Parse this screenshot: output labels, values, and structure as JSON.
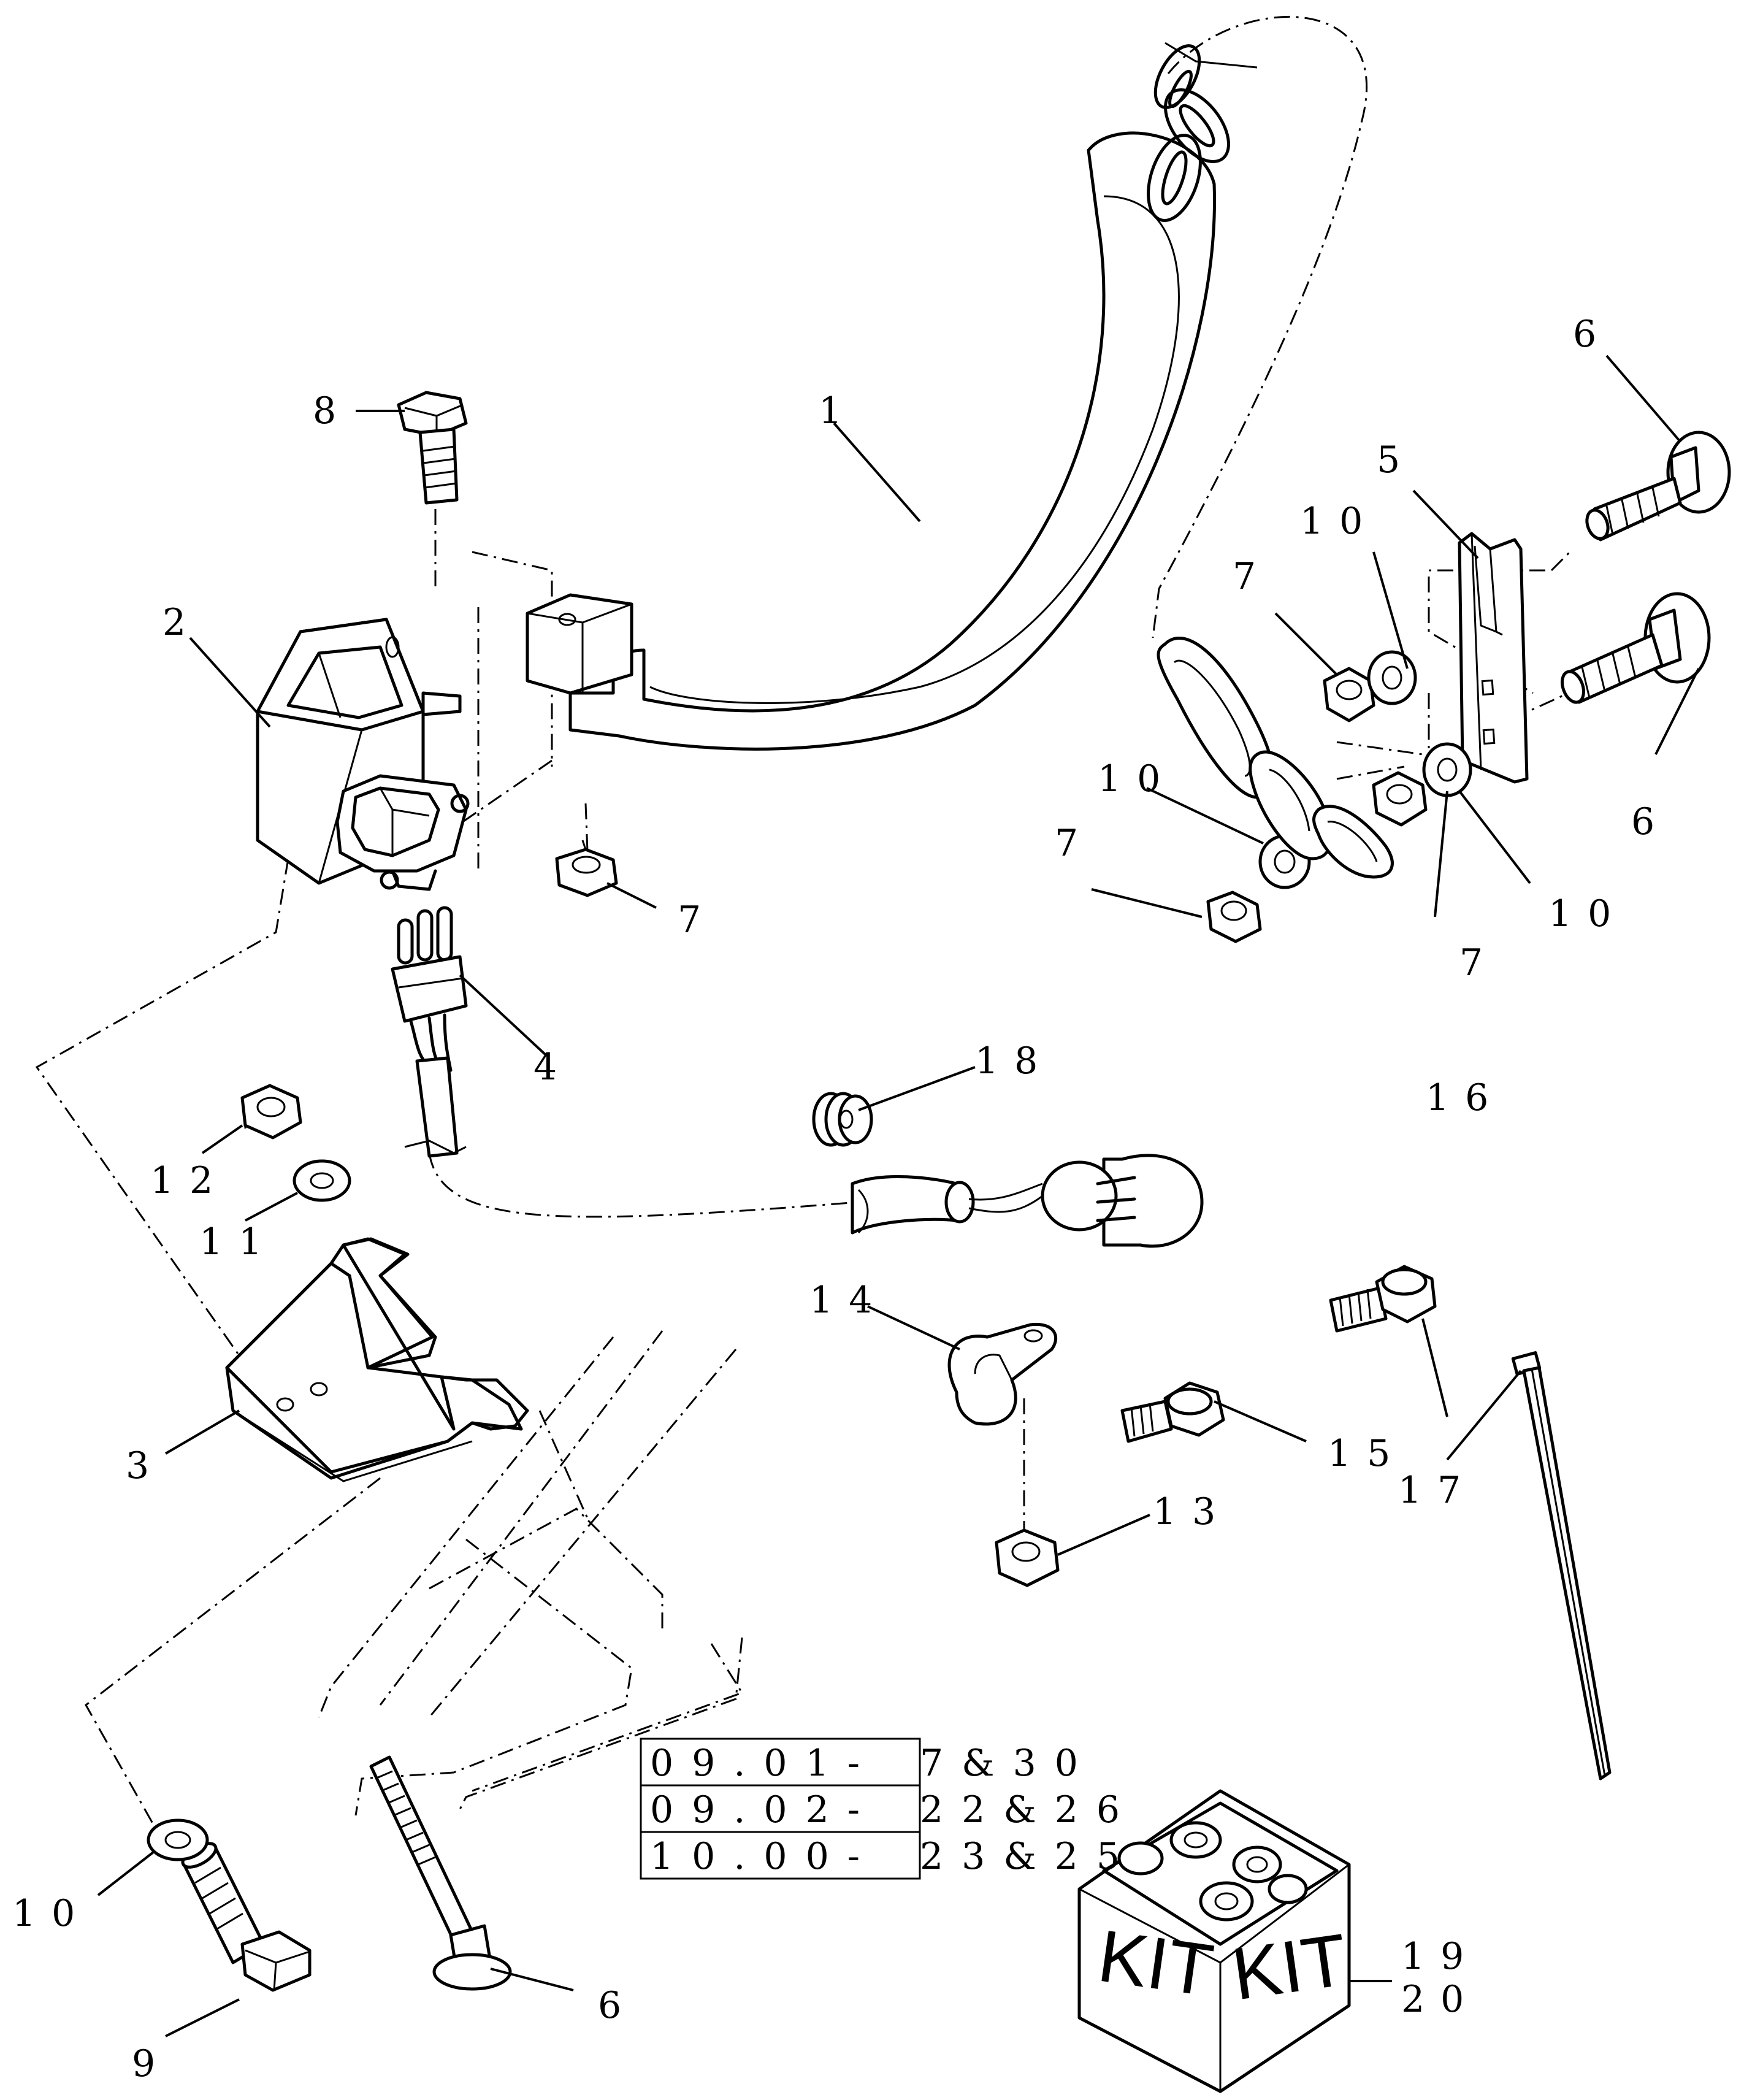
{
  "callouts": {
    "c1": "1",
    "c2": "2",
    "c3": "3",
    "c4": "4",
    "c5": "5",
    "c6a": "6",
    "c6b": "6",
    "c6c": "6",
    "c7a": "7",
    "c7b": "7",
    "c7c": "7",
    "c7d": "7",
    "c8": "8",
    "c9": "9",
    "c10a": "10",
    "c10b": "10",
    "c10c": "10",
    "c10d": "10",
    "c11": "11",
    "c12": "12",
    "c13": "13",
    "c14": "14",
    "c15": "15",
    "c16": "16",
    "c17": "17",
    "c18": "18",
    "c19": "19",
    "c20": "20"
  },
  "reference_table": {
    "rows": [
      {
        "section": "09.01-",
        "figures": "7&30"
      },
      {
        "section": "09.02-",
        "figures": "22&26"
      },
      {
        "section": "10.00-",
        "figures": "23&25"
      }
    ]
  },
  "kit_box": {
    "face_left": "KIT",
    "face_right": "KIT"
  }
}
